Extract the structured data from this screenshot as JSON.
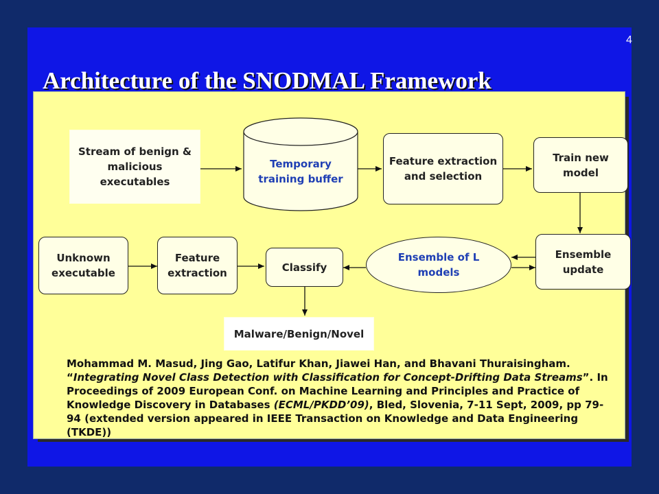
{
  "page_number": "4",
  "title": "Architecture of  the SNODMAL Framework",
  "nodes": {
    "stream": "Stream of benign & malicious executables",
    "buffer": "Temporary training buffer",
    "feature_selection": "Feature extraction and selection",
    "train": "Train new model",
    "ensemble_update": "Ensemble update",
    "ensemble": "Ensemble of L models",
    "classify": "Classify",
    "feature_extraction": "Feature extraction",
    "unknown": "Unknown executable",
    "result": "Malware/Benign/Novel"
  },
  "citation": {
    "authors": "Mohammad M. Masud, Jing Gao, Latifur Khan, Jiawei Han, and Bhavani Thuraisingham.",
    "quote_open": "“",
    "paper_title": "Integrating Novel Class Detection with Classification for Concept-Drifting Data Streams",
    "quote_close": "”.",
    "venue_prefix": "In Proceedings of 2009 European Conf. on Machine Learning and Principles and Practice of Knowledge Discovery in Databases ",
    "venue_abbr": "(ECML/PKDD’09)",
    "venue_suffix": ", Bled, Slovenia, 7-11 Sept, 2009, pp 79-94 (extended version appeared in IEEE Transaction on Knowledge and Data Engineering (TKDE))"
  },
  "colors": {
    "slide_bg": "#0f16e6",
    "outer_bg": "#102a6a",
    "panel_bg": "#ffff99",
    "accent_text": "#1f3fb4"
  }
}
